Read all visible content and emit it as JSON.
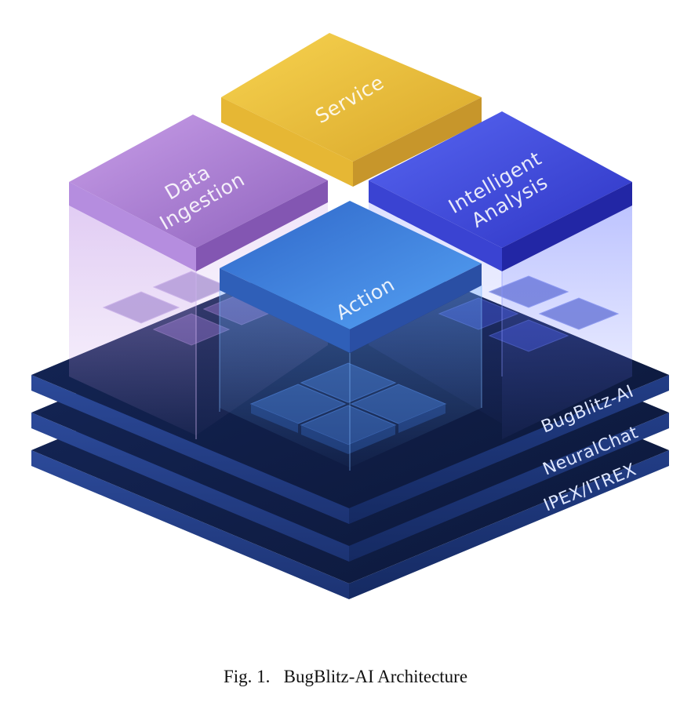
{
  "figure": {
    "layers": [
      {
        "label": "BugBlitz-AI",
        "color": "#172a5c"
      },
      {
        "label": "NeuralChat",
        "color": "#1b336d"
      },
      {
        "label": "IPEX/ITREX",
        "color": "#1b336d"
      }
    ],
    "blocks": {
      "service": {
        "label_lines": [
          "Service"
        ],
        "color": "#f2c43a"
      },
      "data_ingestion": {
        "label_lines": [
          "Data",
          "Ingestion"
        ],
        "color": "#b98ad8"
      },
      "intelligent_analysis": {
        "label_lines": [
          "Intelligent",
          "Analysis"
        ],
        "color": "#4452e0"
      },
      "action": {
        "label_lines": [
          "Action"
        ],
        "color": "#3f83e2"
      }
    }
  },
  "caption": "Fig. 1.   BugBlitz-AI Architecture"
}
